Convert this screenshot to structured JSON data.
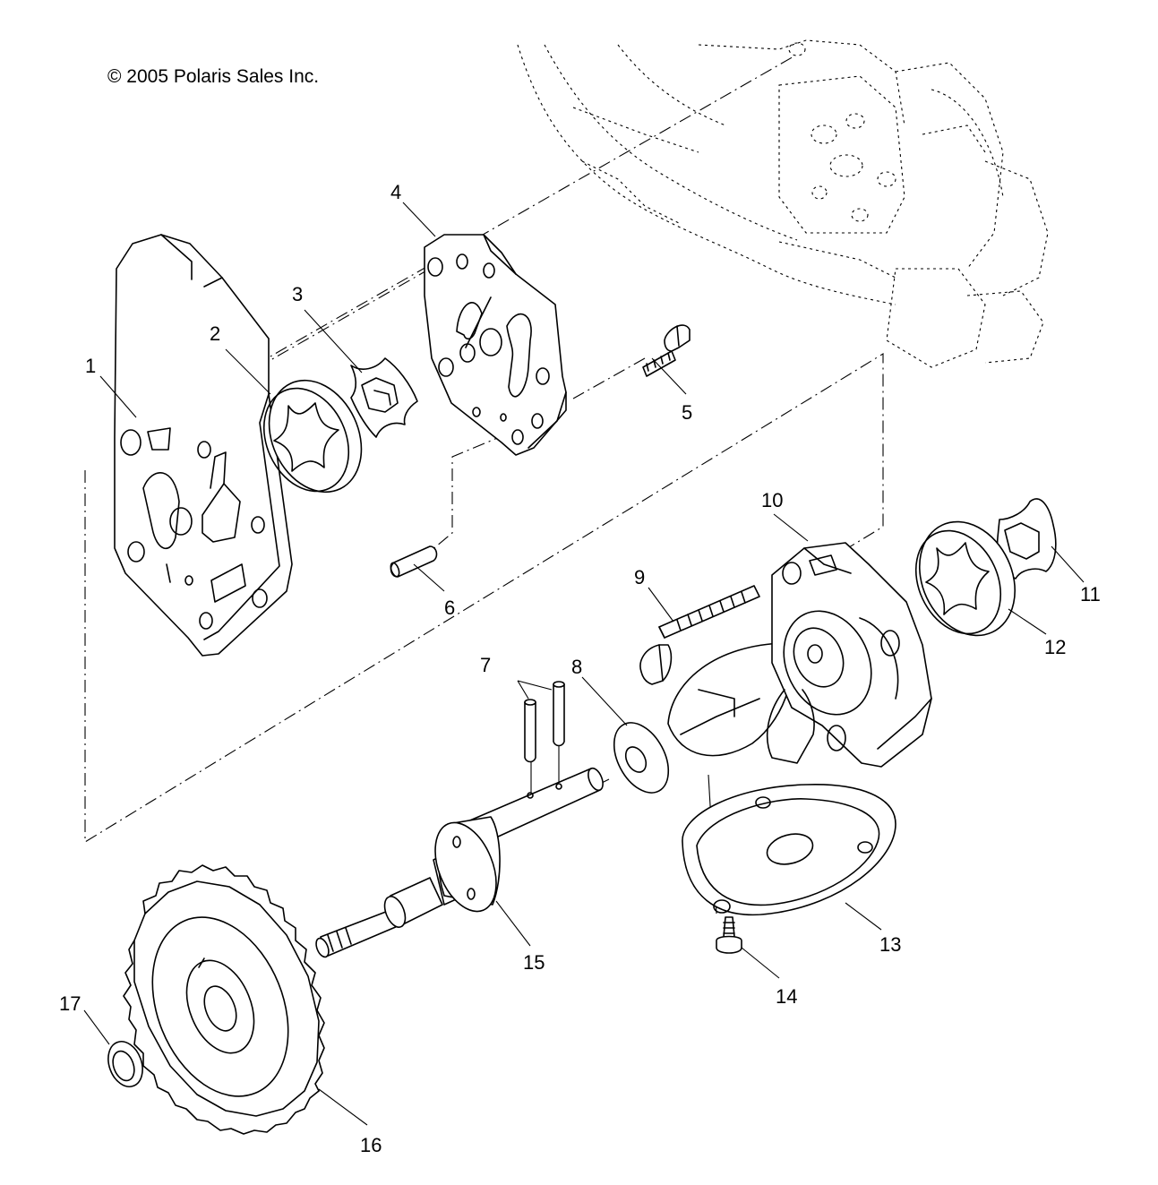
{
  "copyright": "© 2005 Polaris Sales Inc.",
  "callouts": [
    "1",
    "2",
    "3",
    "4",
    "5",
    "6",
    "7",
    "8",
    "9",
    "10",
    "11",
    "12",
    "13",
    "14",
    "15",
    "16",
    "17"
  ]
}
